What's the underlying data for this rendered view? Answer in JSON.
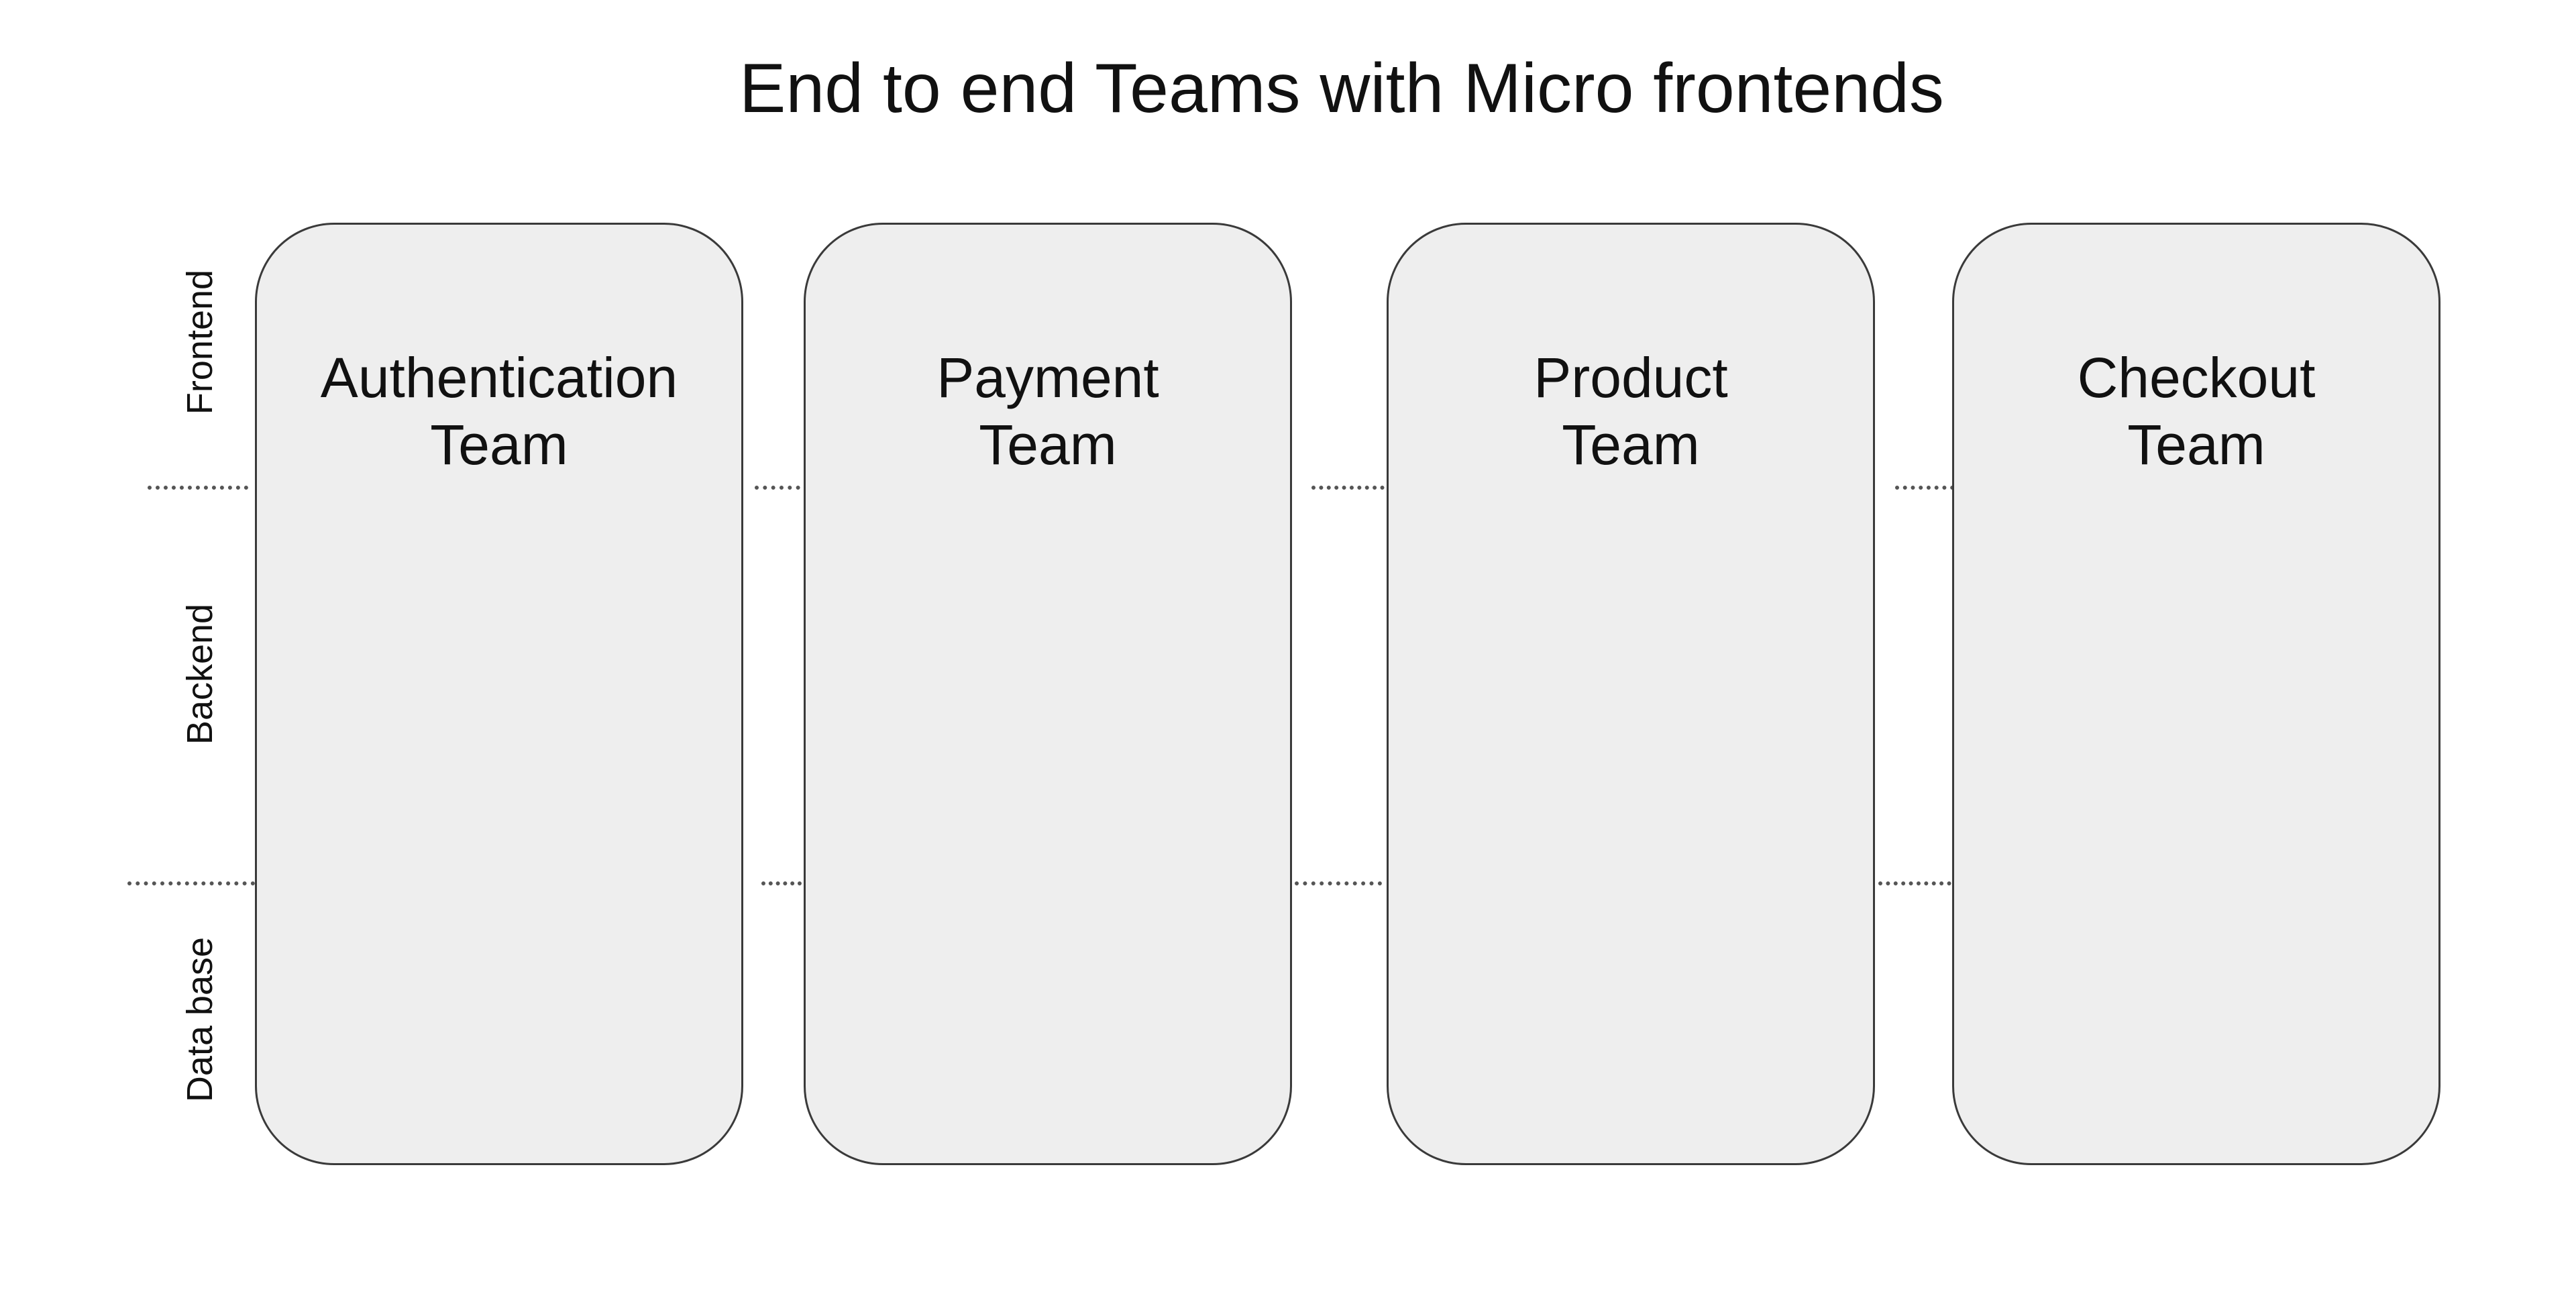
{
  "title": "End to end Teams with Micro frontends",
  "layers": [
    "Frontend",
    "Backend",
    "Data base"
  ],
  "teams": [
    {
      "name_line1": "Authentication",
      "name_line2": "Team"
    },
    {
      "name_line1": "Payment",
      "name_line2": "Team"
    },
    {
      "name_line1": "Product",
      "name_line2": "Team"
    },
    {
      "name_line1": "Checkout",
      "name_line2": "Team"
    }
  ],
  "colors": {
    "card_fill": "#eeeeee",
    "card_border": "#3a3a3a",
    "divider": "#555555",
    "text": "#111111"
  }
}
